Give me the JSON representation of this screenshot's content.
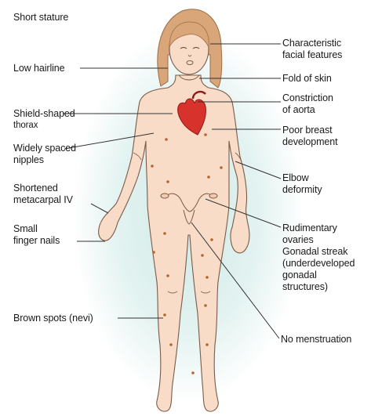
{
  "labels_left": {
    "short_stature": "Short stature",
    "low_hairline": "Low hairline",
    "shield_thorax_1": "Shield-shaped",
    "shield_thorax_2": "thorax",
    "nipples_1": "Widely spaced",
    "nipples_2": "nipples",
    "metacarpal_1": "Shortened",
    "metacarpal_2": "metacarpal IV",
    "nails_1": "Small",
    "nails_2": "finger nails",
    "brown_spots": "Brown spots (nevi)"
  },
  "labels_right": {
    "facial_1": "Characteristic",
    "facial_2": "facial features",
    "fold_of_skin": "Fold of skin",
    "aorta_1": "Constriction",
    "aorta_2": "of aorta",
    "breast_1": "Poor breast",
    "breast_2": "development",
    "elbow_1": "Elbow",
    "elbow_2": "deformity",
    "ovaries_1": "Rudimentary",
    "ovaries_2": "ovaries",
    "ovaries_3": "Gonadal streak",
    "ovaries_4": "(underdeveloped",
    "ovaries_5": "gonadal",
    "ovaries_6": "structures)",
    "menstruation": "No menstruation"
  },
  "colors": {
    "skin": "#f9dcc8",
    "skin_outline": "#7a5a48",
    "hair": "#d9a679",
    "heart": "#d8322d",
    "nevi": "#b5652f",
    "leader_line": "#333333",
    "background_glow": "#cfe9e6"
  }
}
